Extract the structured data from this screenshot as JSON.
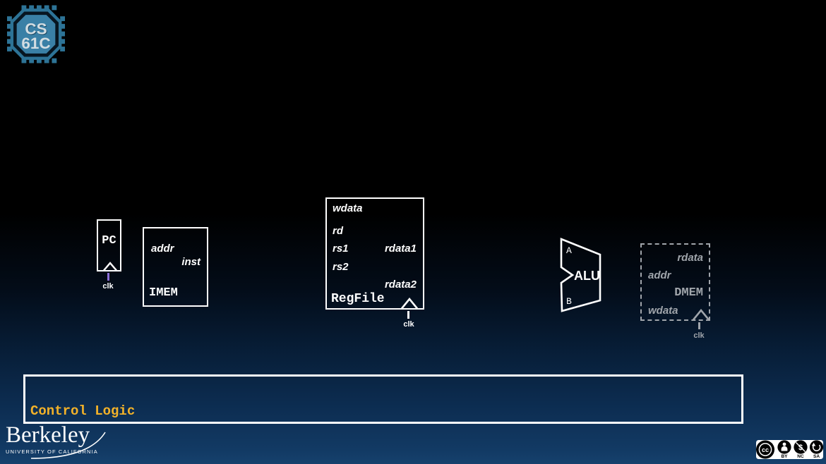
{
  "logo": {
    "line1": "CS",
    "line2": "61C"
  },
  "blocks": {
    "pc": {
      "title": "PC",
      "clk_label": "clk"
    },
    "imem": {
      "title": "IMEM",
      "addr": "addr",
      "inst": "inst"
    },
    "regfile": {
      "title": "RegFile",
      "wdata": "wdata",
      "rd": "rd",
      "rs1": "rs1",
      "rs2": "rs2",
      "rdata1": "rdata1",
      "rdata2": "rdata2",
      "clk_label": "clk"
    },
    "alu": {
      "title": "ALU",
      "in_a": "A",
      "in_b": "B"
    },
    "dmem": {
      "title": "DMEM",
      "rdata": "rdata",
      "addr": "addr",
      "wdata": "wdata",
      "clk_label": "clk"
    },
    "control": {
      "title": "Control Logic"
    }
  },
  "footer": {
    "wordmark": "Berkeley",
    "university": "UNIVERSITY OF CALIFORNIA",
    "license": {
      "cc": "cc",
      "by": "BY",
      "nc": "NC",
      "sa": "SA"
    }
  },
  "colors": {
    "control_gold": "#f3b229",
    "clk_purple": "#8c6fd8",
    "dmem_gray": "#a0a5ab",
    "logo_blue": "#3a80a6",
    "footer_navy": "#16416d"
  }
}
